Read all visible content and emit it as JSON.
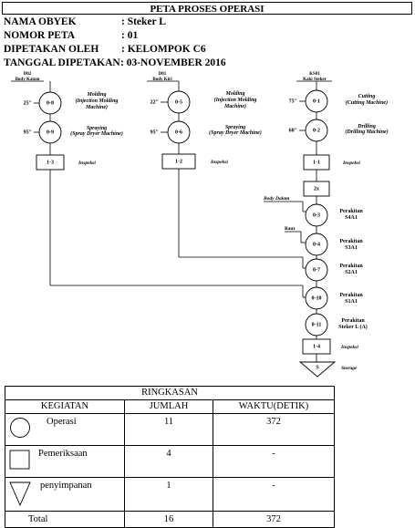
{
  "header": {
    "title": "PETA PROSES OPERASI",
    "rows": [
      {
        "key": "NAMA OBYEK",
        "value": ": Steker L"
      },
      {
        "key": "NOMOR PETA",
        "value": ": 01"
      },
      {
        "key": "DIPETAKAN OLEH",
        "value": ": KELOMPOK C6"
      },
      {
        "key": "TANGGAL DIPETAKAN",
        "value": ": 03-NOVEMBER 2016"
      }
    ]
  },
  "diagram": {
    "columns": [
      {
        "code": "D02",
        "name": "Body Kanan"
      },
      {
        "code": "D01",
        "name": "Body Kiri"
      },
      {
        "code": "KS01",
        "name": "Kaki Steker"
      }
    ],
    "col1": {
      "op1": {
        "label": "0-8",
        "time": "25\"",
        "desc1": "Molding",
        "desc2": "(Injection Molding",
        "desc3": "Machine)"
      },
      "op2": {
        "label": "0-9",
        "time": "95\"",
        "desc1": "Spraying",
        "desc2": "(Spray Dryer Machine)"
      },
      "insp": {
        "label": "1-3",
        "desc": "Inspeksi"
      }
    },
    "col2": {
      "op1": {
        "label": "0-5",
        "time": "22\"",
        "desc1": "Molding",
        "desc2": "(Injection Molding",
        "desc3": "Machine)"
      },
      "op2": {
        "label": "0-6",
        "time": "95\"",
        "desc1": "Spraying",
        "desc2": "(Spray Dryer Machine)"
      },
      "insp": {
        "label": "1-2",
        "desc": "Inspeksi"
      }
    },
    "col3": {
      "op1": {
        "label": "0-1",
        "time": "75\"",
        "desc1": "Cutting",
        "desc2": "(Cutting Machine)"
      },
      "op2": {
        "label": "0-2",
        "time": "60\"",
        "desc1": "Drilling",
        "desc2": "(Drilling Machine)"
      },
      "insp": {
        "label": "1-1",
        "desc": "Inspeksi"
      },
      "store1": {
        "label": "2x"
      }
    },
    "main": [
      {
        "label": "0-3",
        "desc1": "Perakitan",
        "desc2": "S4A1"
      },
      {
        "label": "0-4",
        "desc1": "Perakitan",
        "desc2": "S3A1"
      },
      {
        "label": "0-7",
        "desc1": "Perakitan",
        "desc2": "S2A1"
      },
      {
        "label": "0-10",
        "desc1": "Perakitan",
        "desc2": "S1A1"
      },
      {
        "label": "0-11",
        "desc1": "Perakitan",
        "desc2": "Steker L (A)"
      }
    ],
    "side_inputs": {
      "body_dalam": "Body Dalam",
      "baut": "Baut"
    },
    "final_insp": {
      "label": "1-4",
      "desc": "Inspeksi"
    },
    "storage": {
      "label": "S",
      "desc": "Storage"
    }
  },
  "summary": {
    "title": "RINGKASAN",
    "headers": [
      "KEGIATAN",
      "JUMLAH",
      "WAKTU(DETIK)"
    ],
    "rows": [
      {
        "name": "Operasi",
        "count": "11",
        "time": "372"
      },
      {
        "name": "Pemeriksaan",
        "count": "4",
        "time": "-"
      },
      {
        "name": "penyimpanan",
        "count": "1",
        "time": "-"
      }
    ],
    "total": {
      "name": "Total",
      "count": "16",
      "time": "372"
    }
  }
}
